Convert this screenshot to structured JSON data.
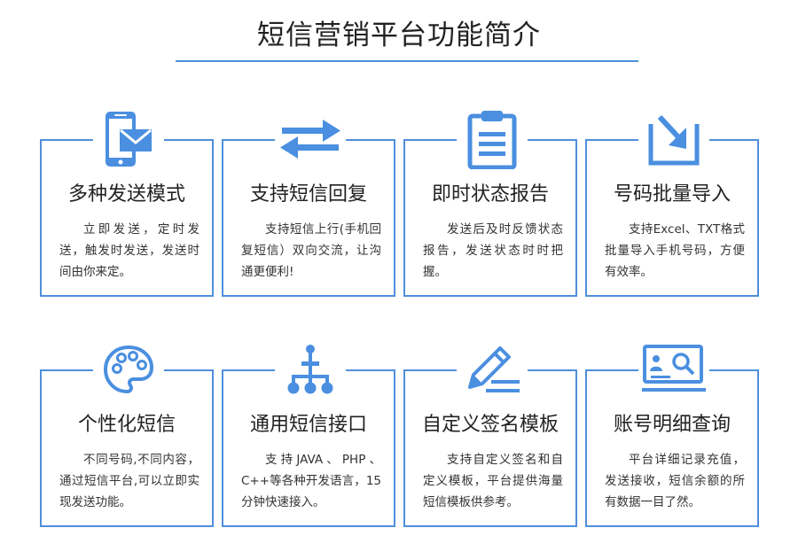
{
  "page": {
    "title": "短信营销平台功能简介"
  },
  "features": [
    {
      "icon": "phone-mail-icon",
      "title": "多种发送模式",
      "desc": "立即发送，定时发送，触发时发送，发送时间由你来定。"
    },
    {
      "icon": "two-way-arrows-icon",
      "title": "支持短信回复",
      "desc": "支持短信上行(手机回复短信）双向交流，让沟通更便利!"
    },
    {
      "icon": "clipboard-icon",
      "title": "即时状态报告",
      "desc": "发送后及时反馈状态报告，发送状态时时把握。"
    },
    {
      "icon": "import-arrow-icon",
      "title": "号码批量导入",
      "desc": "支持Excel、TXT格式批量导入手机号码，方便有效率。"
    },
    {
      "icon": "palette-icon",
      "title": "个性化短信",
      "desc": "不同号码,不同内容，通过短信平台,可以立即实现发送功能。"
    },
    {
      "icon": "network-tree-icon",
      "title": "通用短信接口",
      "desc": "支持JAVA、PHP、C++等各种开发语言，15分钟快速接入。"
    },
    {
      "icon": "pen-edit-icon",
      "title": "自定义签名模板",
      "desc": "支持自定义签名和自定义模板，平台提供海量短信模板供参考。"
    },
    {
      "icon": "id-search-icon",
      "title": "账号明细查询",
      "desc": "平台详细记录充值，发送接收，短信余额的所有数据一目了然。"
    }
  ],
  "colors": {
    "accent": "#4a90d9",
    "border": "#4f8fdb",
    "text": "#222222"
  }
}
